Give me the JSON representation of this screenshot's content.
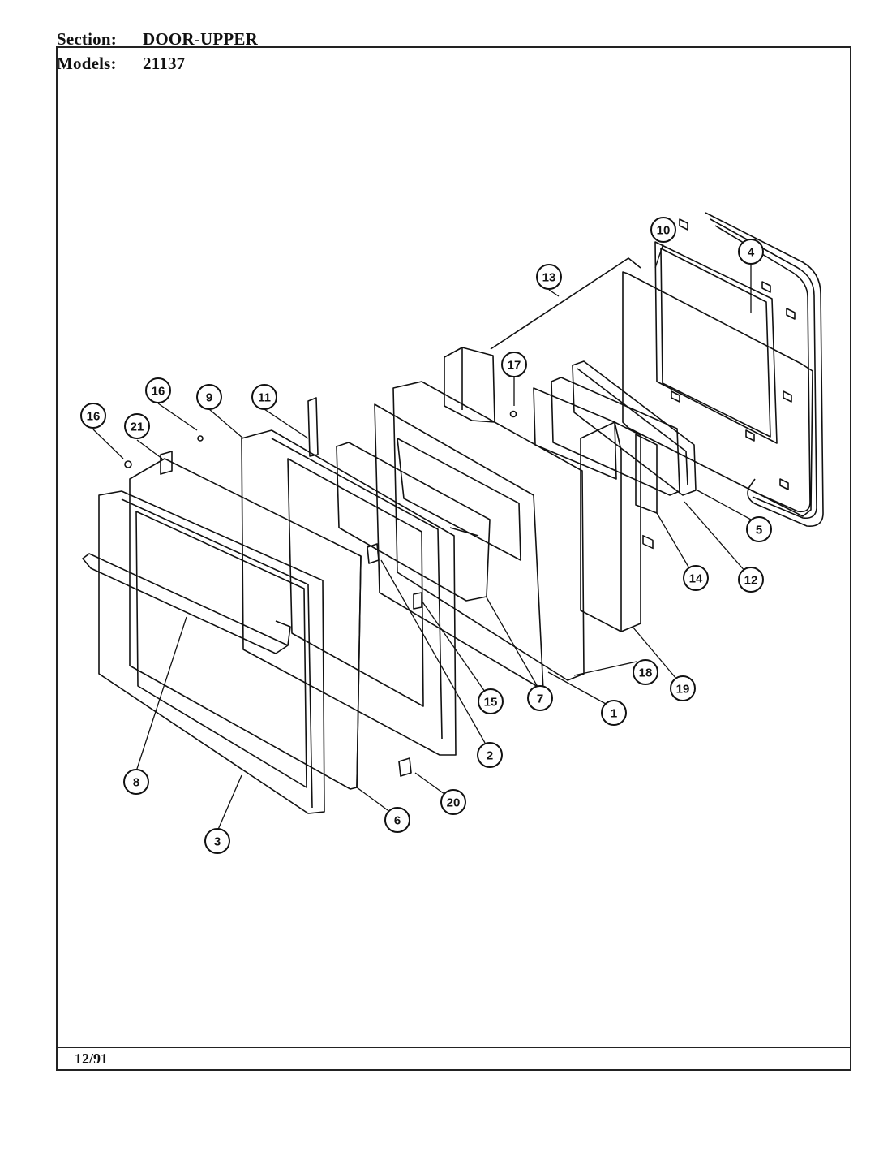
{
  "header": {
    "section_label": "Section:",
    "section_value": "DOOR-UPPER",
    "models_label": "Models:",
    "models_value": "21137"
  },
  "footer": {
    "date": "12/91"
  },
  "callouts": [
    {
      "id": "1"
    },
    {
      "id": "2"
    },
    {
      "id": "3"
    },
    {
      "id": "4"
    },
    {
      "id": "5"
    },
    {
      "id": "6"
    },
    {
      "id": "7"
    },
    {
      "id": "8"
    },
    {
      "id": "9"
    },
    {
      "id": "10"
    },
    {
      "id": "11"
    },
    {
      "id": "12"
    },
    {
      "id": "13"
    },
    {
      "id": "14"
    },
    {
      "id": "15"
    },
    {
      "id": "16"
    },
    {
      "id": "16"
    },
    {
      "id": "17"
    },
    {
      "id": "18"
    },
    {
      "id": "19"
    },
    {
      "id": "20"
    },
    {
      "id": "21"
    }
  ]
}
